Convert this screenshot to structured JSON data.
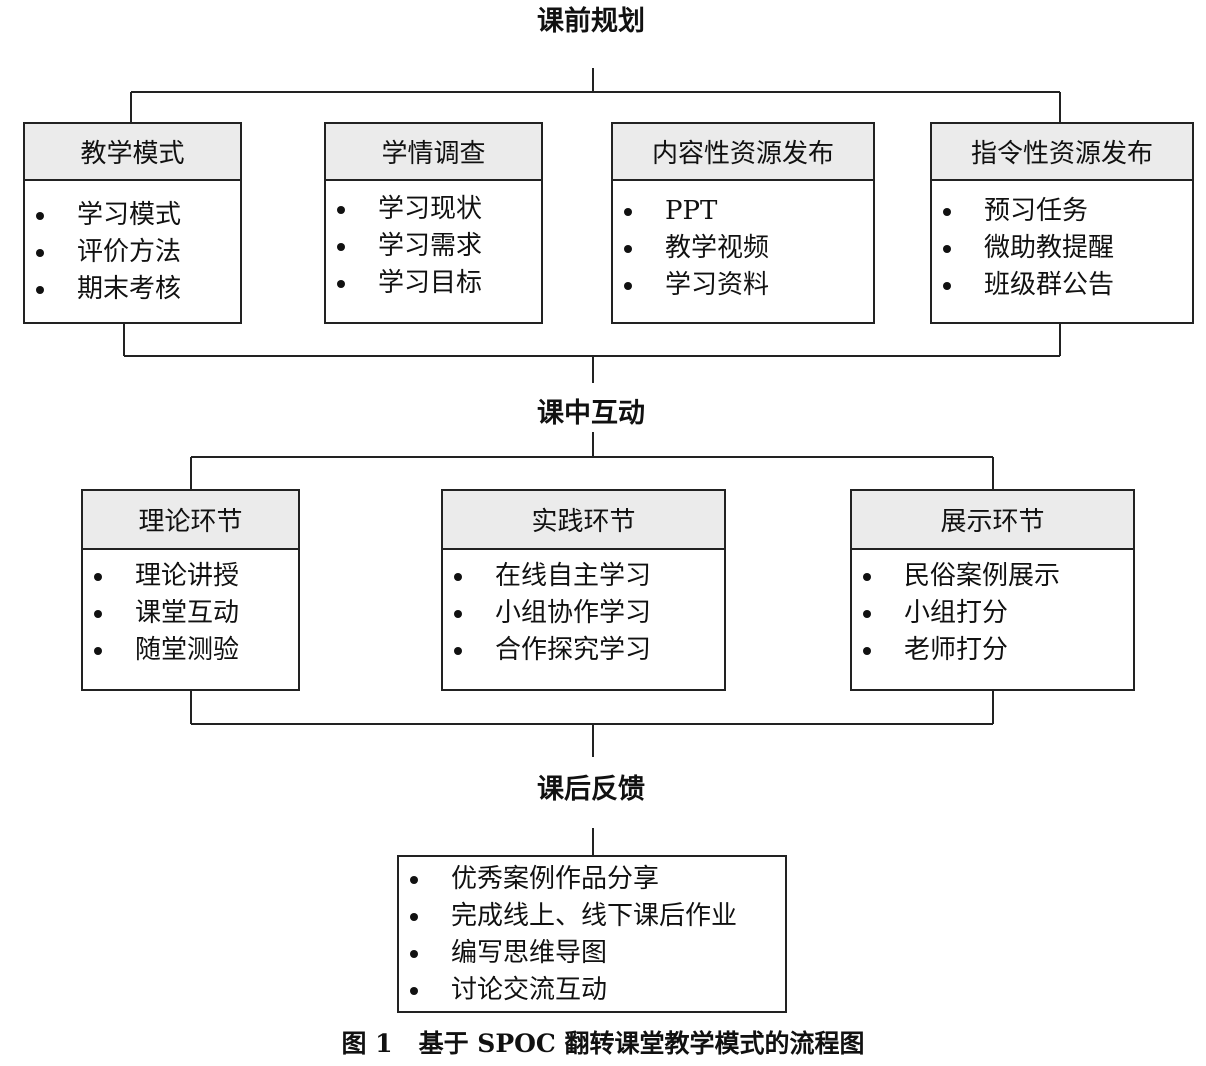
{
  "stages": {
    "pre_class": {
      "title": "课前规划",
      "boxes": [
        {
          "header": "教学模式",
          "items": [
            "学习模式",
            "评价方法",
            "期末考核"
          ]
        },
        {
          "header": "学情调查",
          "items": [
            "学习现状",
            "学习需求",
            "学习目标"
          ]
        },
        {
          "header": "内容性资源发布",
          "items": [
            "PPT",
            "教学视频",
            "学习资料"
          ]
        },
        {
          "header": "指令性资源发布",
          "items": [
            "预习任务",
            "微助教提醒",
            "班级群公告"
          ]
        }
      ]
    },
    "in_class": {
      "title": "课中互动",
      "boxes": [
        {
          "header": "理论环节",
          "items": [
            "理论讲授",
            "课堂互动",
            "随堂测验"
          ]
        },
        {
          "header": "实践环节",
          "items": [
            "在线自主学习",
            "小组协作学习",
            "合作探究学习"
          ]
        },
        {
          "header": "展示环节",
          "items": [
            "民俗案例展示",
            "小组打分",
            "老师打分"
          ]
        }
      ]
    },
    "post_class": {
      "title": "课后反馈",
      "items": [
        "优秀案例作品分享",
        "完成线上、线下课后作业",
        "编写思维导图",
        "讨论交流互动"
      ]
    }
  },
  "caption": {
    "number": "图 1",
    "text": "基于 SPOC 翻转课堂教学模式的流程图"
  }
}
